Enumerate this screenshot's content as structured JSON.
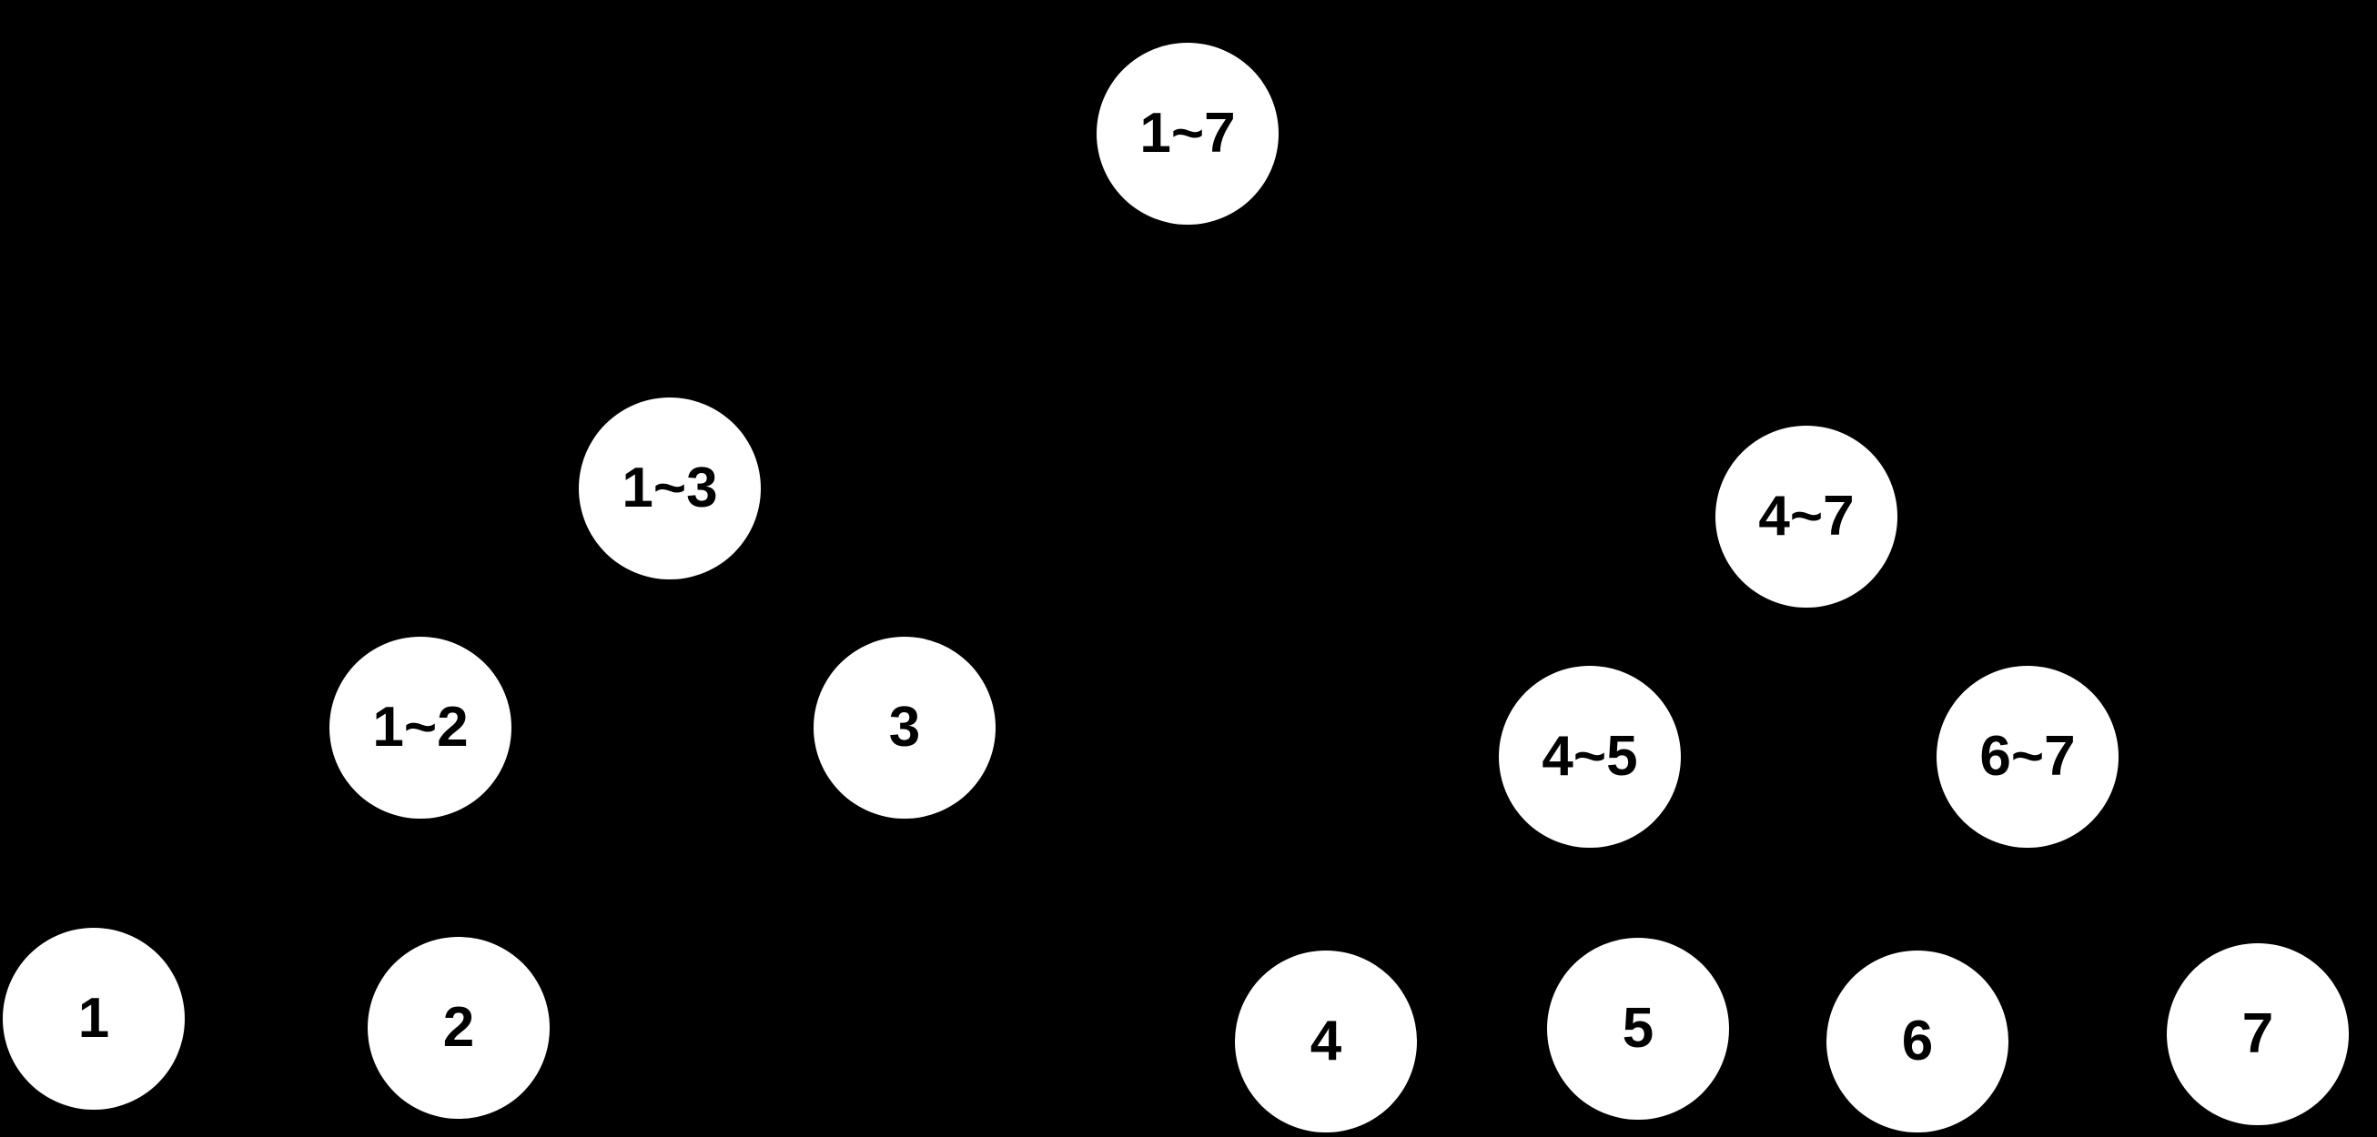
{
  "colors": {
    "background": "#000000",
    "node_fill": "#ffffff",
    "node_text": "#000000"
  },
  "tree": {
    "kind": "binary-interval-tree",
    "levels": 4,
    "nodes": [
      {
        "label": "1~7",
        "level": 1
      },
      {
        "label": "1~3",
        "level": 2
      },
      {
        "label": "4~7",
        "level": 2
      },
      {
        "label": "1~2",
        "level": 3
      },
      {
        "label": "3",
        "level": 3
      },
      {
        "label": "4~5",
        "level": 3
      },
      {
        "label": "6~7",
        "level": 3
      },
      {
        "label": "1",
        "level": 4
      },
      {
        "label": "2",
        "level": 4
      },
      {
        "label": "4",
        "level": 4
      },
      {
        "label": "5",
        "level": 4
      },
      {
        "label": "6",
        "level": 4
      },
      {
        "label": "7",
        "level": 4
      }
    ]
  }
}
